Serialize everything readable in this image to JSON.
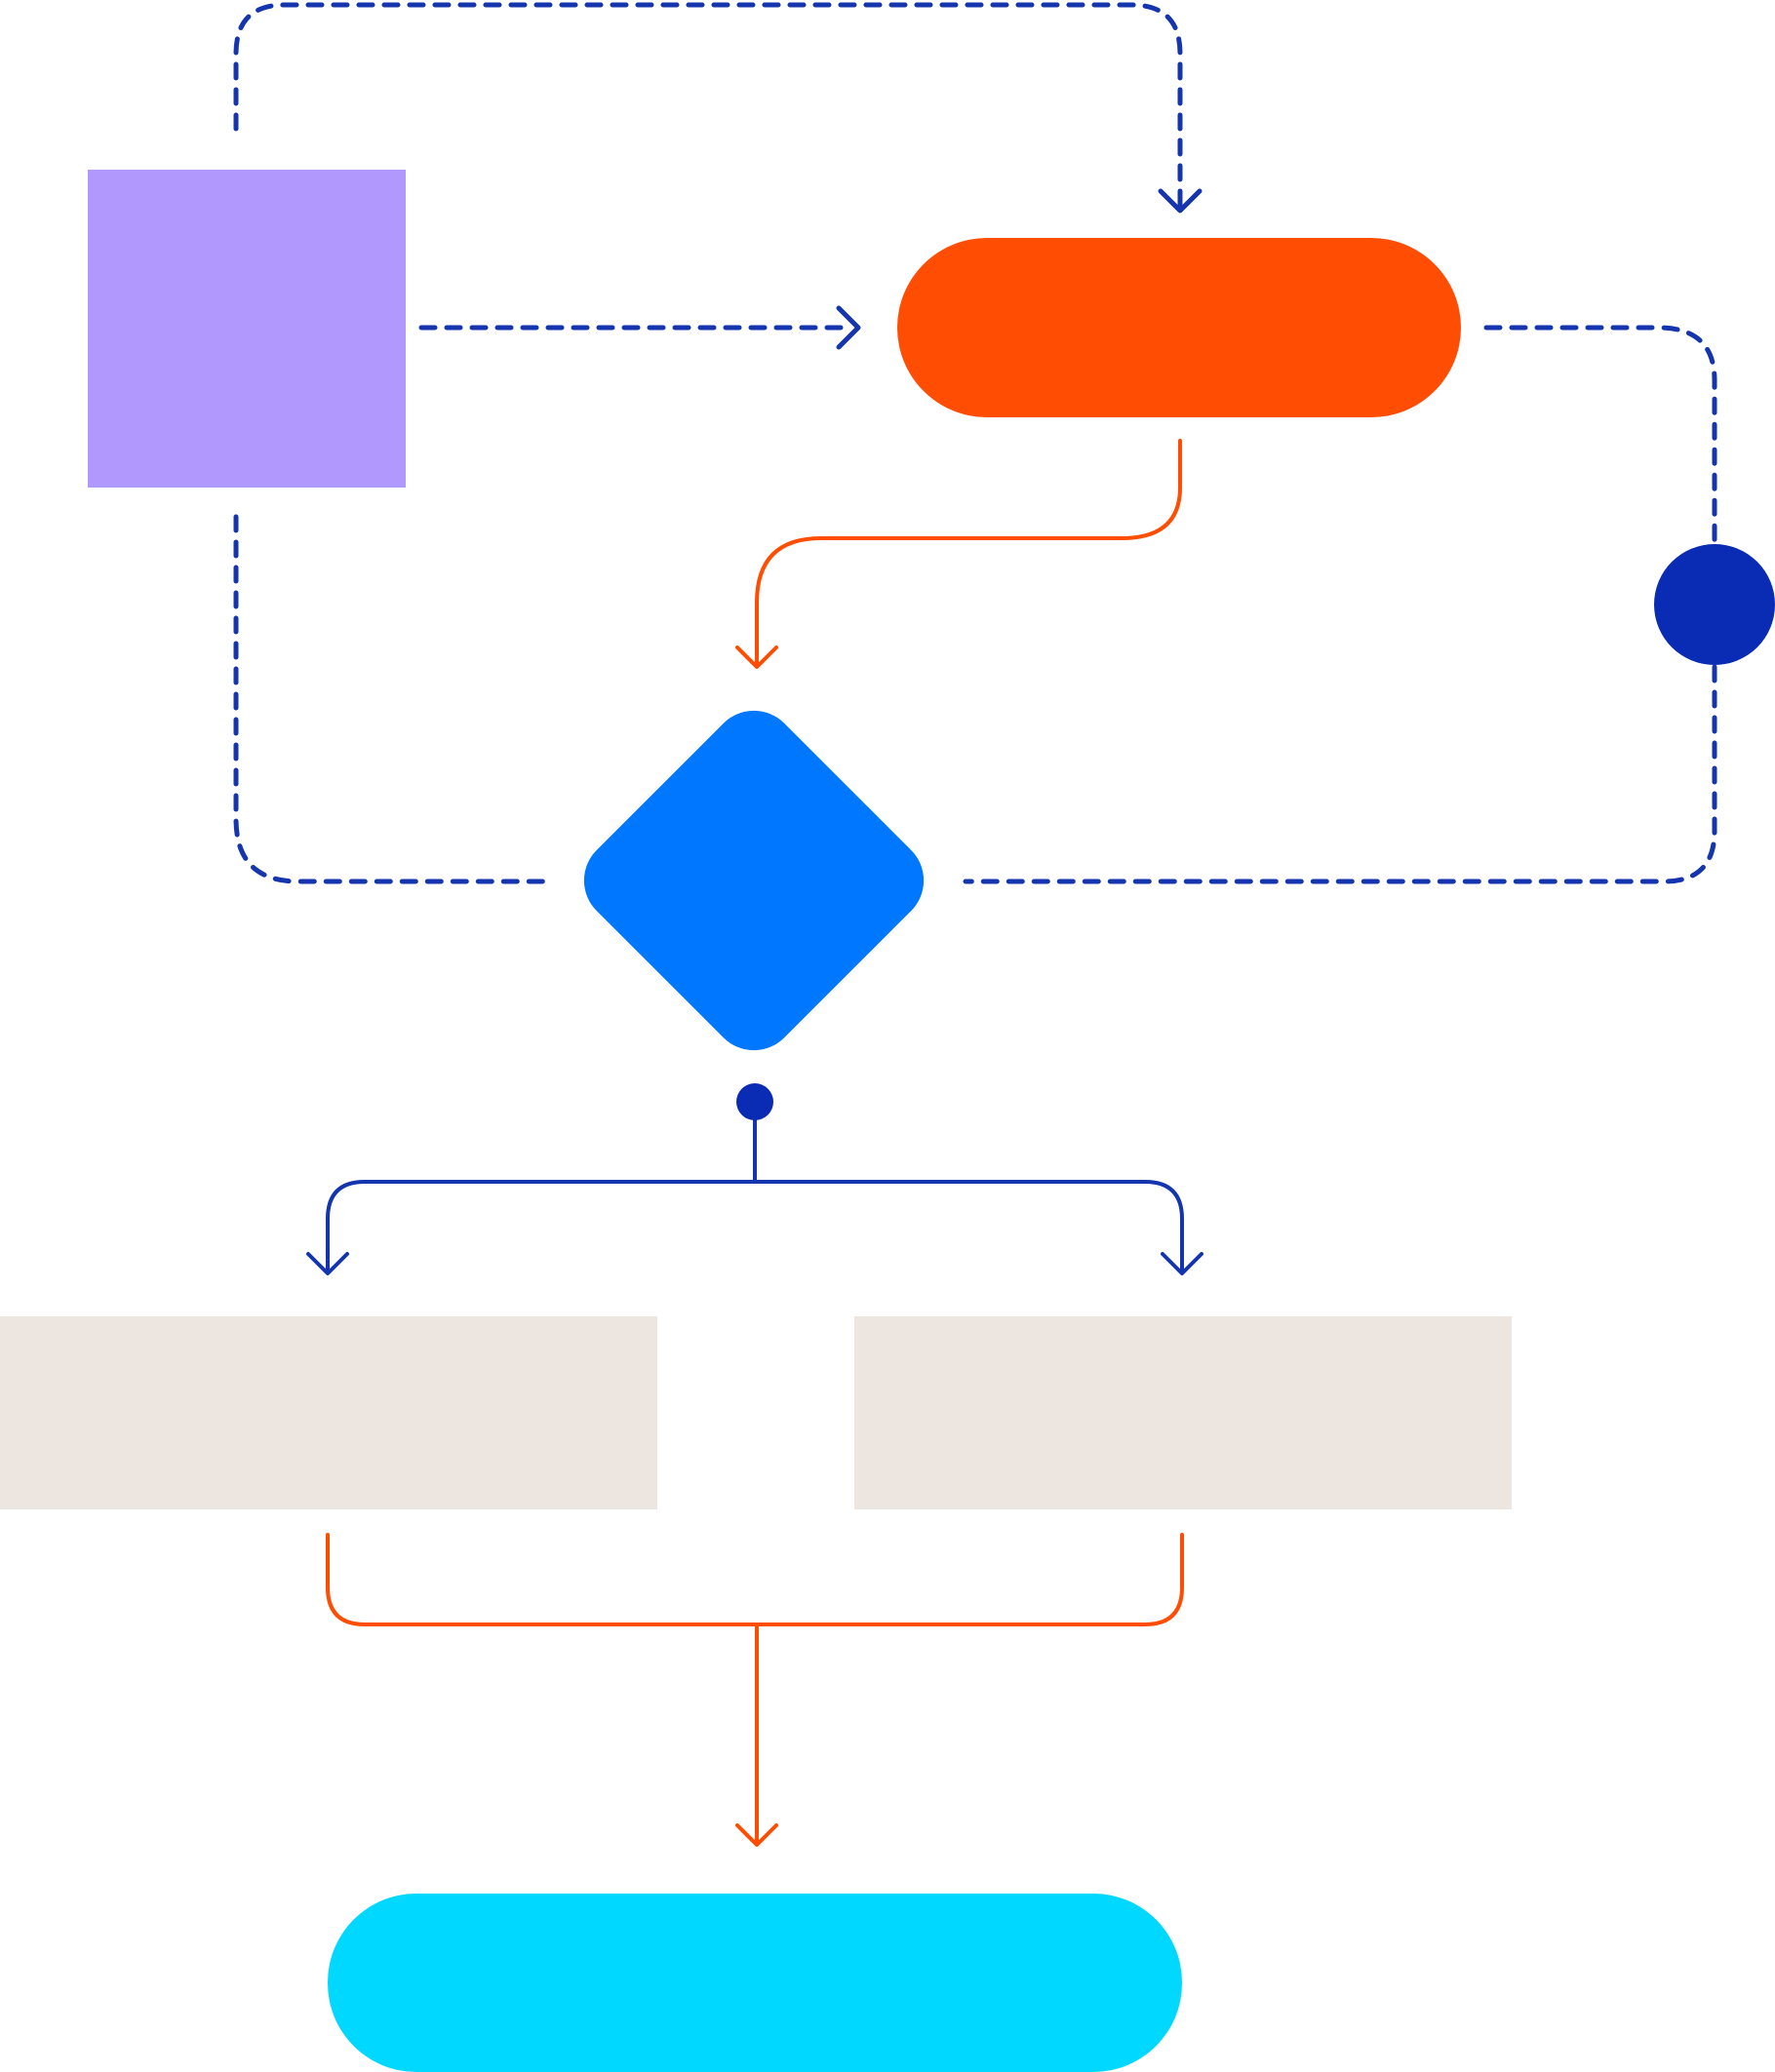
{
  "diagram": {
    "nodes": [
      {
        "id": "start-square",
        "shape": "square",
        "color": "#B098FC"
      },
      {
        "id": "process-pill",
        "shape": "pill",
        "color": "#FF4D03"
      },
      {
        "id": "junction-circle",
        "shape": "circle",
        "color": "#0A2CB4"
      },
      {
        "id": "decision-diamond",
        "shape": "diamond",
        "color": "#0077FF"
      },
      {
        "id": "branch-dot",
        "shape": "dot",
        "color": "#0A2CB4"
      },
      {
        "id": "left-panel",
        "shape": "rectangle",
        "color": "#EDE5E0"
      },
      {
        "id": "right-panel",
        "shape": "rectangle",
        "color": "#EDE5E0"
      },
      {
        "id": "end-pill",
        "shape": "pill",
        "color": "#00D8FF"
      }
    ],
    "connectors": [
      {
        "id": "square-top-to-pill",
        "from": "start-square",
        "to": "process-pill",
        "style": "dashed",
        "color": "#1535AF",
        "arrow": true
      },
      {
        "id": "square-to-pill",
        "from": "start-square",
        "to": "process-pill",
        "style": "dashed",
        "color": "#1535AF",
        "arrow": true
      },
      {
        "id": "pill-to-diamond",
        "from": "process-pill",
        "to": "decision-diamond",
        "style": "solid",
        "color": "#FF4D03",
        "arrow": true
      },
      {
        "id": "pill-to-circle-loop",
        "from": "process-pill",
        "to": "decision-diamond",
        "via": "junction-circle",
        "style": "dashed",
        "color": "#1535AF",
        "arrow": false
      },
      {
        "id": "square-to-diamond",
        "from": "start-square",
        "to": "decision-diamond",
        "style": "dashed",
        "color": "#1535AF",
        "arrow": false
      },
      {
        "id": "diamond-to-panels",
        "from": "decision-diamond",
        "to": [
          "left-panel",
          "right-panel"
        ],
        "style": "solid",
        "color": "#1535AF",
        "arrow": true
      },
      {
        "id": "panels-to-end",
        "from": [
          "left-panel",
          "right-panel"
        ],
        "to": "end-pill",
        "style": "solid",
        "color": "#FF4D03",
        "arrow": true
      }
    ]
  }
}
